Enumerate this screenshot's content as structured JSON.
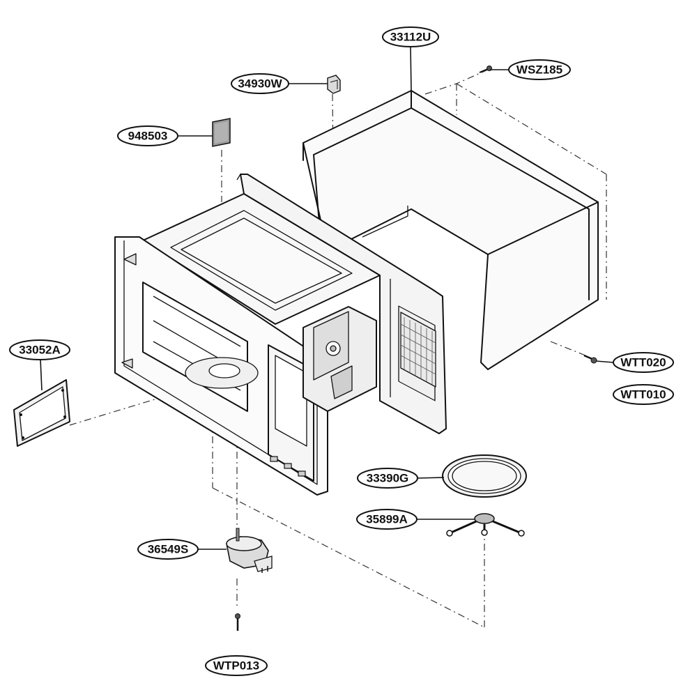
{
  "callouts": [
    {
      "id": "cabinet",
      "label": "33112U"
    },
    {
      "id": "cabinet-screw",
      "label": "WSZ185"
    },
    {
      "id": "switch-bracket",
      "label": "34930W"
    },
    {
      "id": "cover-plate",
      "label": "948503"
    },
    {
      "id": "waveguide-cover",
      "label": "33052A"
    },
    {
      "id": "screw-back-1",
      "label": "WTT020"
    },
    {
      "id": "screw-back-2",
      "label": "WTT010"
    },
    {
      "id": "glass-tray",
      "label": "33390G"
    },
    {
      "id": "roller-ring",
      "label": "35899A"
    },
    {
      "id": "turntable-motor",
      "label": "36549S"
    },
    {
      "id": "motor-screw",
      "label": "WTP013"
    }
  ]
}
